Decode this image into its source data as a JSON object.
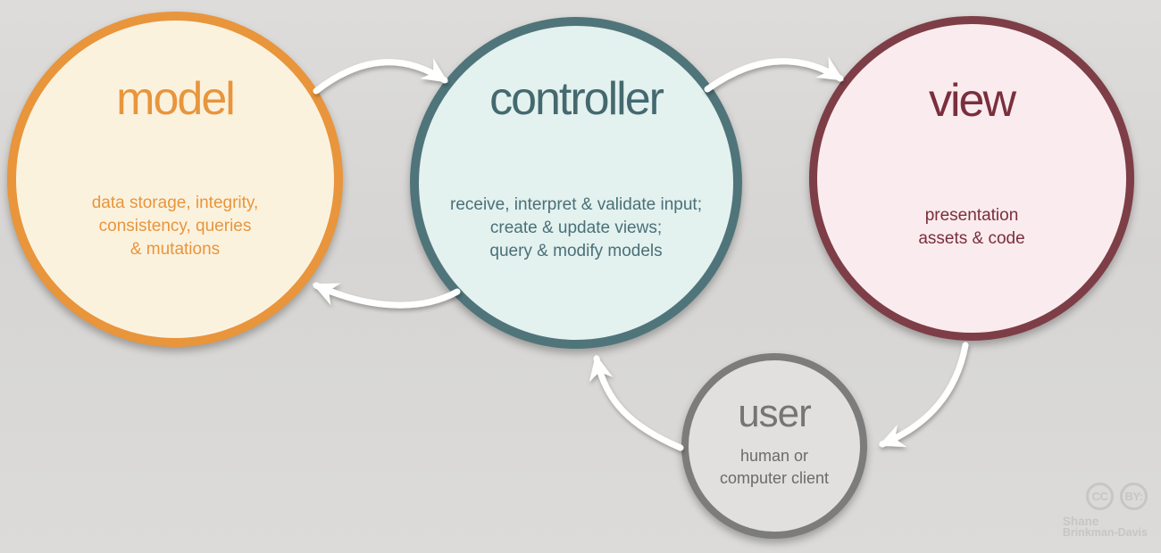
{
  "nodes": {
    "model": {
      "title": "model",
      "lines": [
        "data storage, integrity,",
        "consistency, queries",
        "& mutations"
      ],
      "border_color": "#E8953C",
      "fill_color": "#FBF2DE",
      "text_color": "#E8953C"
    },
    "controller": {
      "title": "controller",
      "lines": [
        "receive, interpret & validate input;",
        "create & update views;",
        "query & modify models"
      ],
      "border_color": "#4F757A",
      "fill_color": "#E3F1EF",
      "text_color": "#44696F"
    },
    "view": {
      "title": "view",
      "lines": [
        "presentation",
        "assets & code"
      ],
      "border_color": "#7E3E47",
      "fill_color": "#FAEBEE",
      "text_color": "#7A2F3C"
    },
    "user": {
      "title": "user",
      "lines": [
        "human or",
        "computer client"
      ],
      "border_color": "#7C7C7C",
      "fill_color": "#E1E0DF",
      "text_color": "#757575"
    }
  },
  "connections": [
    {
      "from": "model",
      "to": "controller"
    },
    {
      "from": "controller",
      "to": "view"
    },
    {
      "from": "controller",
      "to": "model"
    },
    {
      "from": "view",
      "to": "user"
    },
    {
      "from": "user",
      "to": "controller"
    }
  ],
  "watermark": {
    "cc_label": "CC",
    "by_label": "BY:",
    "author_line1": "Shane",
    "author_line2": "Brinkman-Davis"
  },
  "canvas": {
    "background": "#DBDAD8",
    "arrow_color": "#FFFFFF"
  }
}
